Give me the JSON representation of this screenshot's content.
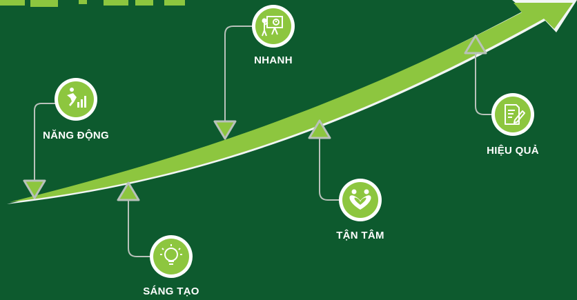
{
  "colors": {
    "background": "#0d5a2e",
    "arrow_fill": "#8dc63f",
    "arrow_highlight": "#e8f2d8",
    "line": "#b9c2bb",
    "icon_circle": "#8dc63f",
    "icon_ring": "#ffffff"
  },
  "milestones": [
    {
      "label": "NĂNG ĐỘNG",
      "icon": "running-growth-chart-icon"
    },
    {
      "label": "SÁNG TẠO",
      "icon": "lightbulb-icon"
    },
    {
      "label": "NHANH",
      "icon": "presentation-clock-icon"
    },
    {
      "label": "TẬN TÂM",
      "icon": "heart-people-icon"
    },
    {
      "label": "HIỆU QUẢ",
      "icon": "document-edit-icon"
    }
  ]
}
